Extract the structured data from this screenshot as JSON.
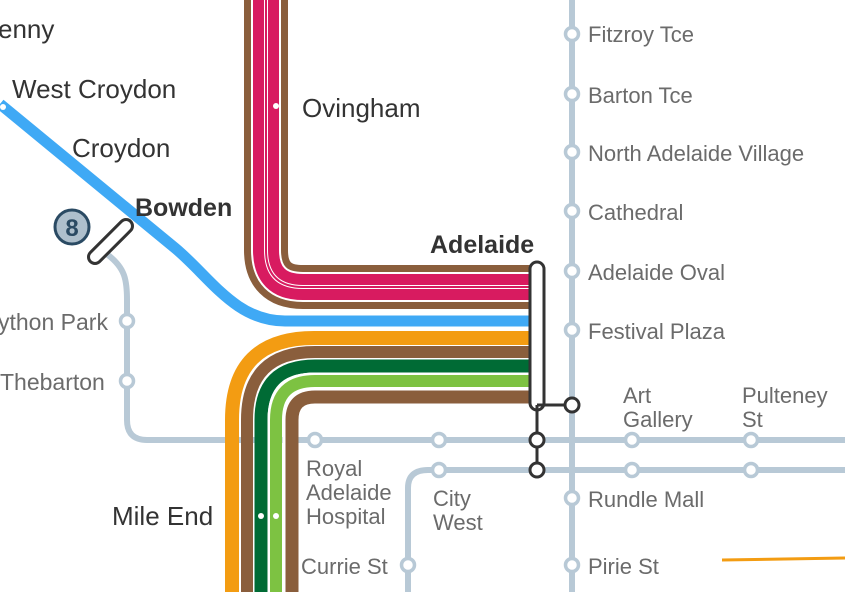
{
  "colors": {
    "brown": "#8a5e3c",
    "magenta": "#d81b60",
    "orange": "#f39c12",
    "dark_green": "#006b35",
    "light_green": "#7dc242",
    "blue": "#3fa9f5",
    "tram": "#b8c9d6",
    "interchange": "#333333",
    "badge_fill": "#aebfcc",
    "badge_text": "#2a4a63"
  },
  "badge": {
    "number": "8",
    "icon": "line-8-badge"
  },
  "stations": {
    "kilkenny_partial": "enny",
    "west_croydon": "West Croydon",
    "croydon": "Croydon",
    "bowden": "Bowden",
    "ovingham": "Ovingham",
    "adelaide": "Adelaide",
    "mile_end": "Mile End",
    "thebarton_partial": "Thebarton",
    "brompton_partial": "ython Park"
  },
  "tram_stops": {
    "fitzroy": "Fitzroy Tce",
    "barton": "Barton Tce",
    "north_adelaide": "North Adelaide Village",
    "cathedral": "Cathedral",
    "adelaide_oval": "Adelaide Oval",
    "festival_plaza": "Festival Plaza",
    "art_gallery_1": "Art",
    "art_gallery_2": "Gallery",
    "pulteney_1": "Pulteney",
    "pulteney_2": "St",
    "royal_1": "Royal",
    "royal_2": "Adelaide",
    "royal_3": "Hospital",
    "city_west_1": "City",
    "city_west_2": "West",
    "rundle_mall": "Rundle Mall",
    "currie_st": "Currie St",
    "pirie_st": "Pirie St"
  }
}
